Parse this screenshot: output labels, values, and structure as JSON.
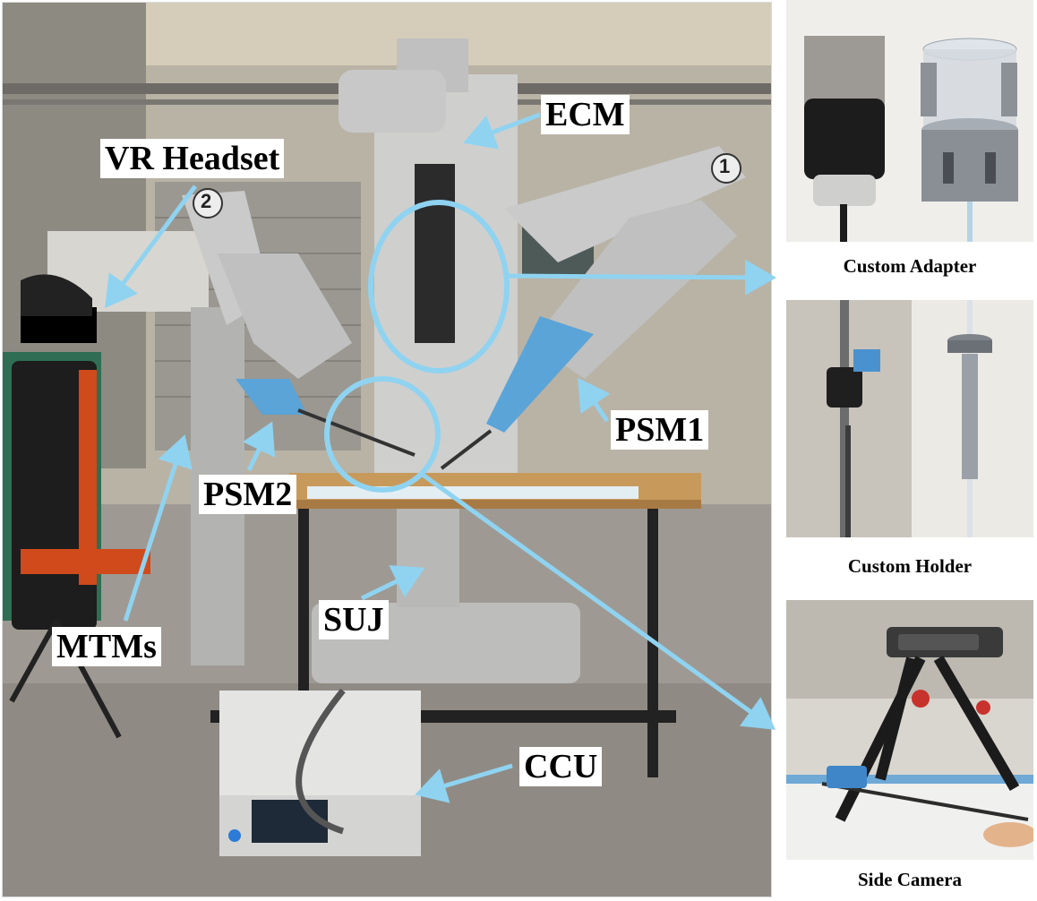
{
  "callouts": {
    "ecm": "ECM",
    "vr_headset": "VR Headset",
    "psm1": "PSM1",
    "psm2": "PSM2",
    "suj": "SUJ",
    "mtms": "MTMs",
    "ccu": "CCU"
  },
  "arm_numbers": {
    "arm1": "1",
    "arm2": "2"
  },
  "panels": {
    "adapter_caption": "Custom Adapter",
    "holder_caption": "Custom Holder",
    "camera_caption": "Side Camera"
  },
  "colors": {
    "callout_arrow": "#8fd3f1",
    "highlight_circle": "#8fd3f1",
    "label_background": "#ffffff"
  }
}
